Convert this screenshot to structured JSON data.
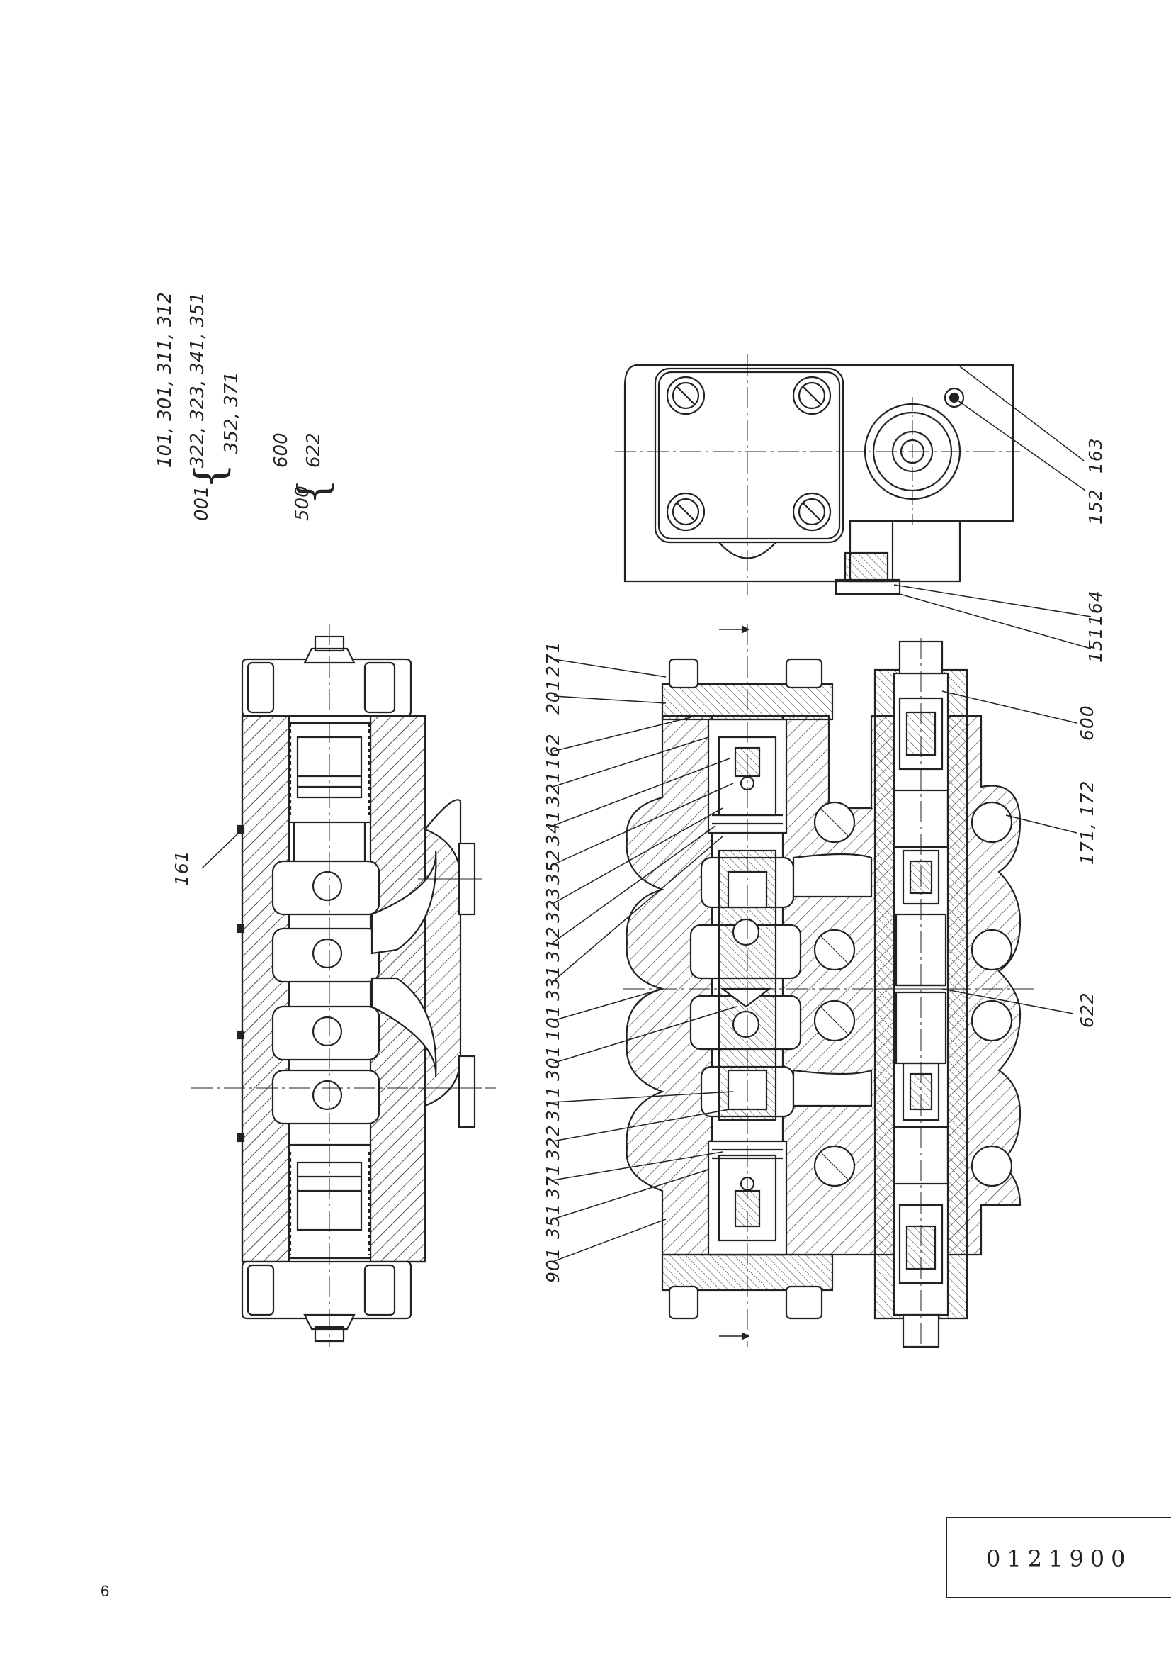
{
  "legend": {
    "assembly_001": "001",
    "assembly_001_line1": "101, 301, 311, 312",
    "assembly_001_line2": "322, 323, 341, 351",
    "assembly_001_line3": "352, 371",
    "assembly_500": "500",
    "assembly_500_line1": "600",
    "assembly_500_line2": "622"
  },
  "callouts": {
    "c161": "161",
    "c271": "271",
    "c201": "201",
    "c162": "162",
    "c321": "321",
    "c341": "341",
    "c352": "352",
    "c323": "323",
    "c312": "312",
    "c331": "331",
    "c101": "101",
    "c301": "301",
    "c311": "311",
    "c322": "322",
    "c371": "371",
    "c351": "351",
    "c901": "901",
    "c163": "163",
    "c152": "152",
    "c164": "164",
    "c151": "151",
    "c600": "600",
    "c171_172": "171, 172",
    "c622": "622"
  },
  "document_number": "0121900",
  "page_number": "6"
}
